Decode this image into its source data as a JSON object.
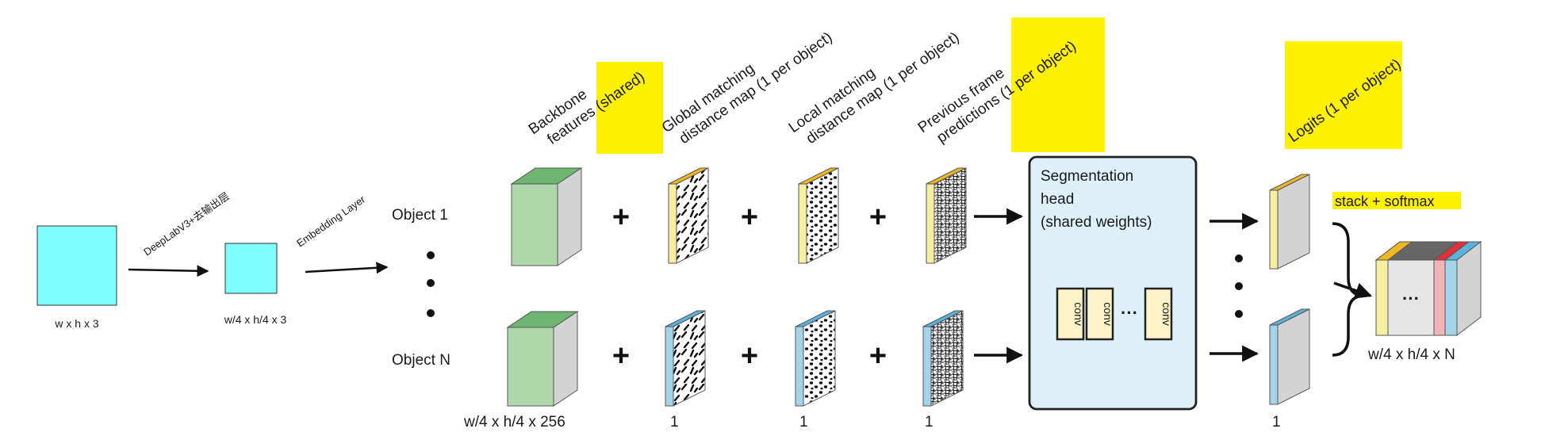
{
  "input": {
    "size_label": "w x h x 3"
  },
  "backbone": {
    "edge_label": "DeepLabV3+去输出层",
    "output_label": "w/4 x h/4 x 3"
  },
  "embedding": {
    "edge_label": "Embedding Layer"
  },
  "objects": {
    "first": "Object 1",
    "last": "Object N"
  },
  "columns": {
    "backbone_features": {
      "line1": "Backbone",
      "line2a": "features ",
      "line2b": "(shared)",
      "dims": "w/4  x  h/4 x 256"
    },
    "global_matching": {
      "line1": "Global matching",
      "line2": "distance map (1 per object)",
      "dims": "1"
    },
    "local_matching": {
      "line1": "Local matching",
      "line2": "distance map (1 per object)",
      "dims": "1"
    },
    "previous_frame": {
      "line1": "Previous frame",
      "line2a": "predictions ",
      "line2b": "(1 per object)",
      "dims": "1"
    },
    "logits": {
      "label": "Logits (1 per object)",
      "dims": "1"
    }
  },
  "operator": {
    "plus": "+"
  },
  "seg_head": {
    "line1": "Segmentation",
    "line2": "head",
    "line3": "(shared weights)",
    "conv_label": "conv",
    "ellipsis": "···"
  },
  "output": {
    "op_label": "stack + softmax",
    "dims": "w/4  x  h/4  x N",
    "ellipsis": "···"
  },
  "colors": {
    "highlight": "#fff200",
    "cyan_block": "#7ffcff",
    "green_face": "#b0d6ac",
    "green_top": "#6eb572",
    "gray_side": "#d3d3d3",
    "yellow_edge": "#f7eea0",
    "yellow_top": "#f0b820",
    "blue_edge": "#a4d4ea",
    "blue_top": "#5ab3dc",
    "head_fill": "#def0f8",
    "conv_fill": "#fdf3c8",
    "red_slice": "#f0b4b4",
    "red_top": "#e0303a",
    "light_gray_face": "#e6e6e6",
    "dark_top": "#666666"
  }
}
